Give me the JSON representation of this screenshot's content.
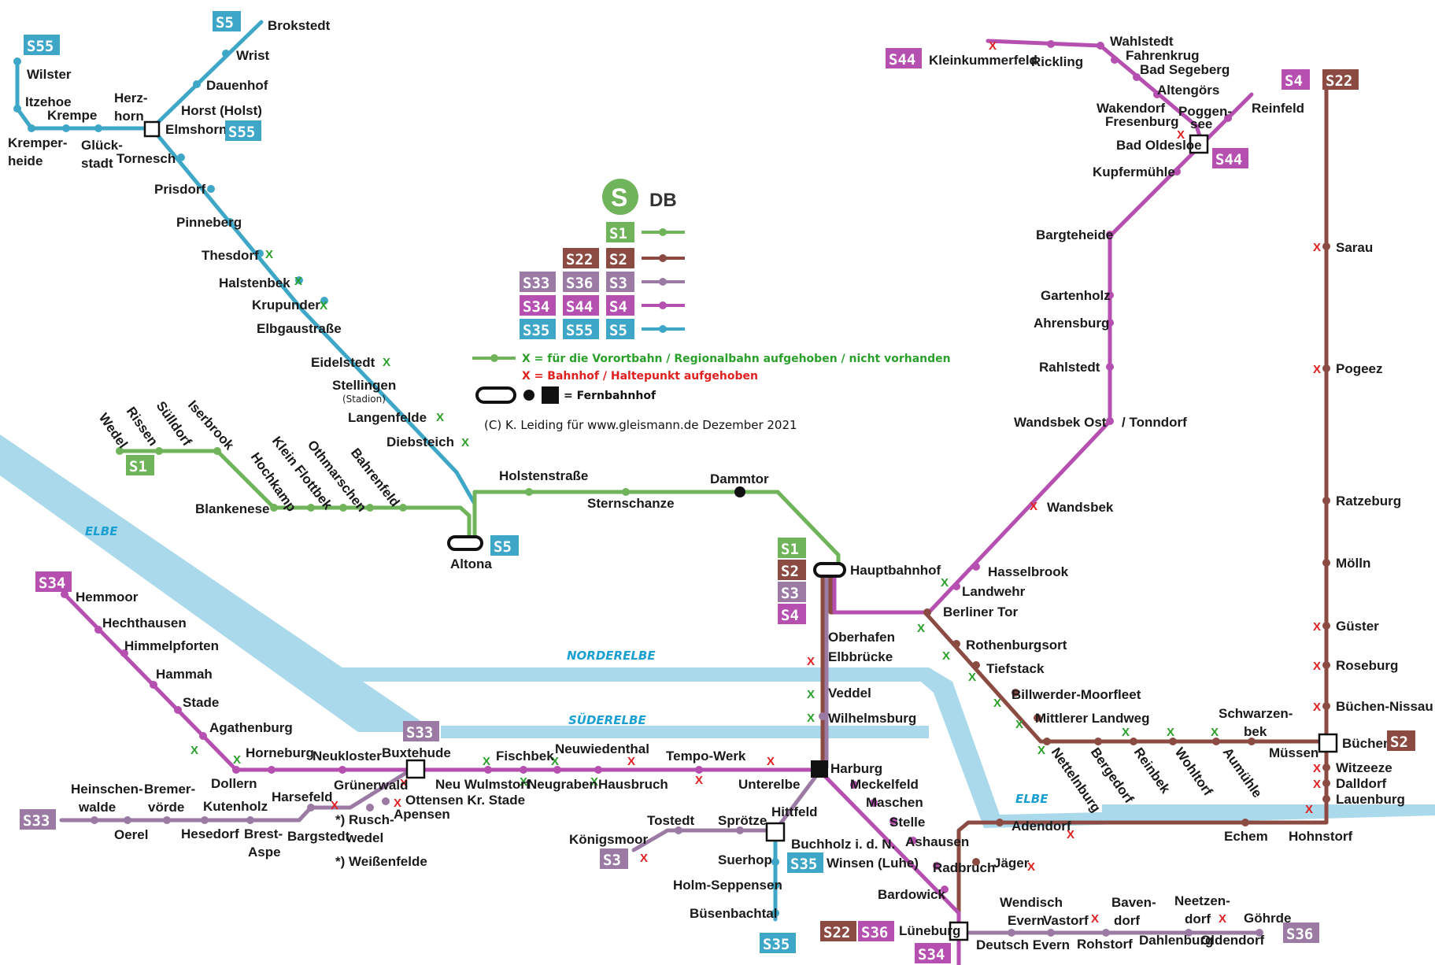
{
  "colors": {
    "S1": "#6fb35a",
    "S2": "#8b4a42",
    "S3": "#9b7ba4",
    "S4": "#b54fb0",
    "S5": "#3ea7c7",
    "water": "#a9d9ea",
    "river_label": "#1a9fd1",
    "removed_red": "#e02020",
    "not_present_green": "#2aa02a"
  },
  "logo": {
    "letter": "S",
    "operator": "DB"
  },
  "legend": {
    "rows": [
      {
        "line": "S1",
        "badges": [
          "S1"
        ]
      },
      {
        "line": "S2",
        "badges": [
          "S22",
          "S2"
        ]
      },
      {
        "line": "S3",
        "badges": [
          "S33",
          "S36",
          "S3"
        ]
      },
      {
        "line": "S4",
        "badges": [
          "S34",
          "S44",
          "S4"
        ]
      },
      {
        "line": "S5",
        "badges": [
          "S35",
          "S55",
          "S5"
        ]
      }
    ],
    "note_green": "X = für die Vorortbahn / Regionalbahn aufgehoben / nicht vorhanden",
    "note_red": "X = Bahnhof / Haltepunkt aufgehoben",
    "fernbahnhof": "= Fernbahnhof",
    "credit": "(C) K. Leiding für www.gleismann.de Dezember 2021"
  },
  "rivers": [
    "ELBE",
    "NORDERELBE",
    "SÜDERELBE",
    "ELBE"
  ],
  "lines": {
    "S1": "S1",
    "S2": "S2",
    "S3": "S3",
    "S4": "S4",
    "S5": "S5",
    "S22": "S22",
    "S33": "S33",
    "S34": "S34",
    "S35": "S35",
    "S36": "S36",
    "S44": "S44",
    "S55": "S55"
  },
  "stations": {
    "brokstedt": "Brokstedt",
    "wrist": "Wrist",
    "dauenhof": "Dauenhof",
    "horst": "Horst (Holst)",
    "herzhorn1": "Herz-",
    "herzhorn2": "horn",
    "elmshorn": "Elmshorn",
    "tornesch": "Tornesch",
    "glueck1": "Glück-",
    "glueck2": "stadt",
    "wilster": "Wilster",
    "itzehoe": "Itzehoe",
    "krempe": "Krempe",
    "kremper1": "Kremper-",
    "kremper2": "heide",
    "prisdorf": "Prisdorf",
    "pinneberg": "Pinneberg",
    "thesdorf": "Thesdorf",
    "halstenbek": "Halstenbek",
    "krupunder": "Krupunder",
    "elbgaustrasse": "Elbgaustraße",
    "eidelstedt": "Eidelstedt",
    "stellingen": "Stellingen",
    "stellingen_sub": "(Stadion)",
    "langenfelde": "Langenfelde",
    "diebsteich": "Diebsteich",
    "altona": "Altona",
    "wedel": "Wedel",
    "rissen": "Rissen",
    "suelldorf": "Sülldorf",
    "iserbrook": "Iserbrook",
    "blankenese": "Blankenese",
    "hochkamp": "Hochkamp",
    "kleinflottbek": "Klein Flottbek",
    "othmarschen": "Othmarschen",
    "bahrenfeld": "Bahrenfeld",
    "holstenstrasse": "Holstenstraße",
    "sternschanze": "Sternschanze",
    "dammtor": "Dammtor",
    "hauptbahnhof": "Hauptbahnhof",
    "oberhafen": "Oberhafen",
    "elbbruecke": "Elbbrücke",
    "veddel": "Veddel",
    "wilhelmsburg": "Wilhelmsburg",
    "harburg": "Harburg",
    "hasselbrook": "Hasselbrook",
    "landwehr": "Landwehr",
    "berlinertor": "Berliner Tor",
    "rothenburgsort": "Rothenburgsort",
    "tiefstack": "Tiefstack",
    "billwerder": "Billwerder-Moorfleet",
    "mittlererlandweg": "Mittlerer Landweg",
    "nettelnburg": "Nettelnburg",
    "bergedorf": "Bergedorf",
    "reinbek": "Reinbek",
    "wohltorf": "Wohltorf",
    "aumuehle": "Aumühle",
    "schwarzenbek1": "Schwarzen-",
    "schwarzenbek2": "bek",
    "muessen": "Müssen",
    "buechen": "Büchen",
    "wandsbek": "Wandsbek",
    "wandsbekost": "Wandsbek Ost",
    "tonndorf": "/ Tonndorf",
    "rahlstedt": "Rahlstedt",
    "ahrensburg": "Ahrensburg",
    "gartenholz": "Gartenholz",
    "bargteheide": "Bargteheide",
    "kupfermuehle": "Kupfermühle",
    "badoldesloe": "Bad Oldesloe",
    "wakendorf1": "Wakendorf",
    "wakendorf2": "Fresenburg",
    "poggensee1": "Poggen-",
    "poggensee2": "see",
    "reinfeld": "Reinfeld",
    "altengoers": "Altengörs",
    "badsegeberg": "Bad Segeberg",
    "fahrenkrug": "Fahrenkrug",
    "wahlstedt": "Wahlstedt",
    "rickling": "Rickling",
    "kleinkummerfeld": "Kleinkummerfeld",
    "sarau": "Sarau",
    "pogeez": "Pogeez",
    "ratzeburg": "Ratzeburg",
    "moelln": "Mölln",
    "guester": "Güster",
    "roseburg": "Roseburg",
    "buechennissau": "Büchen-Nissau",
    "witzeeze": "Witzeeze",
    "dalldorf": "Dalldorf",
    "lauenburg": "Lauenburg",
    "hohnstorf": "Hohnstorf",
    "echem": "Echem",
    "adendorf": "Adendorf",
    "meckelfeld": "Meckelfeld",
    "maschen": "Maschen",
    "stelle": "Stelle",
    "ashausen": "Ashausen",
    "winsen": "Winsen (Luhe)",
    "radbruch": "Radbruch",
    "bardowick": "Bardowick",
    "jaeger": "Jäger",
    "lueneburg": "Lüneburg",
    "deutschevern": "Deutsch Evern",
    "wendisch1": "Wendisch",
    "wendisch2": "Evern",
    "vastorf": "Vastorf",
    "rohstorf": "Rohstorf",
    "bavendorf1": "Baven-",
    "bavendorf2": "dorf",
    "dahlenburg": "Dahlenburg",
    "neetzendorf1": "Neetzen-",
    "neetzendorf2": "dorf",
    "oldendorf": "Oldendorf",
    "goehrde": "Göhrde",
    "hittfeld": "Hittfeld",
    "buchholz": "Buchholz i. d. N.",
    "spruetze": "Sprötze",
    "tostedt": "Tostedt",
    "koenigsmoor": "Königsmoor",
    "suerhop": "Suerhop",
    "holmseppensen": "Holm-Seppensen",
    "buesenbachtal": "Büsenbachtal",
    "unterelbe": "Unterelbe",
    "tempowerk": "Tempo-Werk",
    "hausbruch": "Hausbruch",
    "neuwiedenthal": "Neuwiedenthal",
    "neugraben": "Neugraben",
    "fischbek": "Fischbek",
    "neuwulmstorf": "Neu Wulmstorf",
    "buxtehude": "Buxtehude",
    "neukloster": "Neukloster",
    "horneburg": "Horneburg",
    "dollern": "Dollern",
    "agathenburg": "Agathenburg",
    "stade": "Stade",
    "hammah": "Hammah",
    "himmelpforten": "Himmelpforten",
    "hechthausen": "Hechthausen",
    "hemmoor": "Hemmoor",
    "gruenerwald": "Grünerwald",
    "ottensen": "Ottensen Kr. Stade",
    "apensen": "Apensen",
    "ruschwedel1": "*) Rusch-",
    "ruschwedel2": "wedel",
    "weissenfelde": "*) Weißenfelde",
    "bargstedt": "Bargstedt",
    "brestaspe1": "Brest-",
    "brestaspe2": "Aspe",
    "harsefeld": "Harsefeld",
    "kutenholz": "Kutenholz",
    "hesedorf": "Hesedorf",
    "bremervoerde1": "Bremer-",
    "bremervoerde2": "vörde",
    "oerel": "Oerel",
    "heinschenwalde1": "Heinschen-",
    "heinschenwalde2": "walde"
  }
}
